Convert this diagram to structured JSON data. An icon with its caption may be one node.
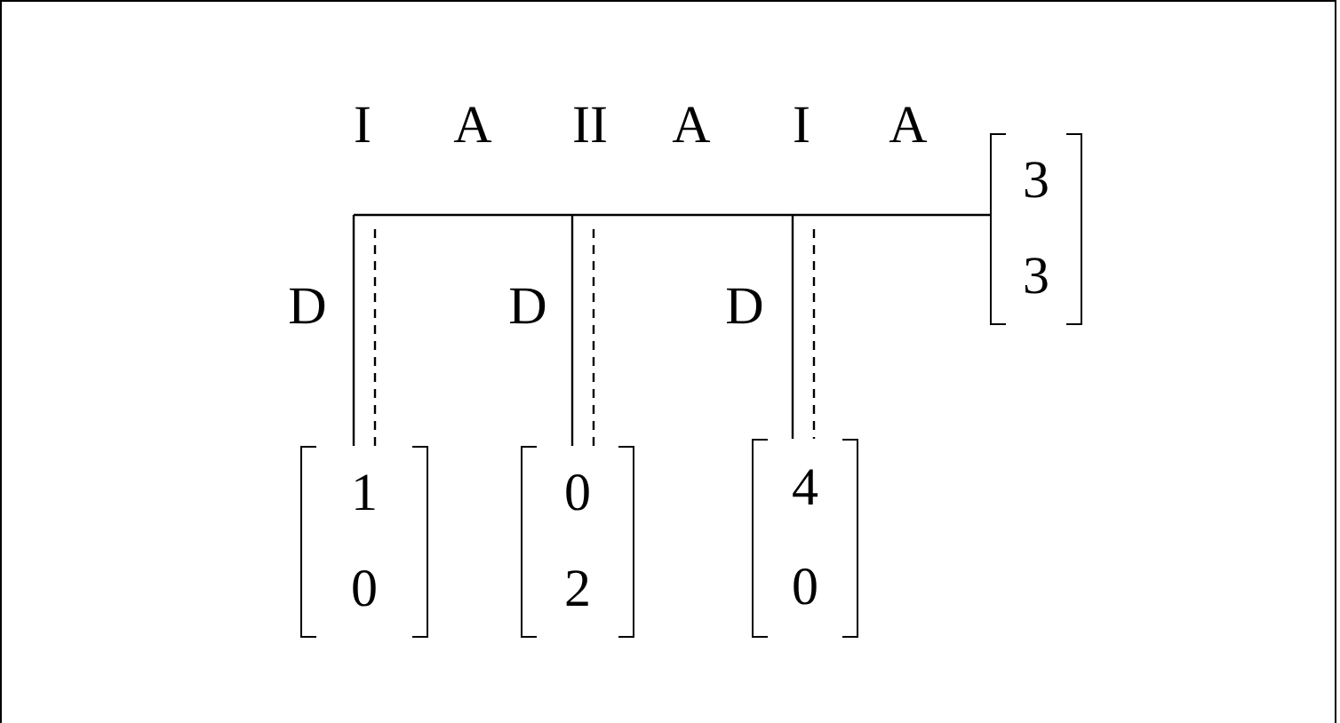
{
  "diagram": {
    "nodes": [
      {
        "text": [
          "I"
        ]
      },
      {
        "text": [
          "II"
        ]
      },
      {
        "text": [
          "I"
        ]
      },
      {
        "text": [
          "1",
          "0"
        ]
      },
      {
        "text": [
          "0",
          "2"
        ]
      },
      {
        "text": [
          "4",
          "0"
        ]
      },
      {
        "text": [
          "3",
          "3"
        ]
      }
    ],
    "edges": [
      {
        "from": 0,
        "to": 1,
        "arrow": "none",
        "label": "A"
      },
      {
        "from": 0,
        "to": 3,
        "arrow": "none",
        "label": "D"
      },
      {
        "from": 0,
        "to": 3,
        "arrow": "none",
        "style": "dashed"
      },
      {
        "from": 1,
        "to": 2,
        "arrow": "none",
        "label": "A"
      },
      {
        "from": 1,
        "to": 4,
        "arrow": "none",
        "label": "D"
      },
      {
        "from": 1,
        "to": 4,
        "arrow": "none",
        "style": "dashed"
      },
      {
        "from": 2,
        "to": 6,
        "arrow": "none",
        "label": "A"
      },
      {
        "from": 2,
        "to": 5,
        "arrow": "none",
        "label": "D"
      },
      {
        "from": 2,
        "to": 5,
        "arrow": "none",
        "style": "dashed"
      }
    ]
  }
}
